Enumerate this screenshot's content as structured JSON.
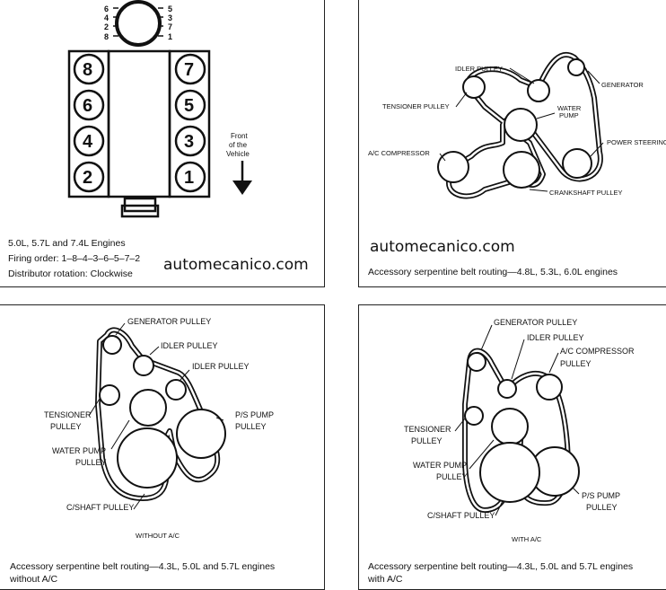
{
  "panel1": {
    "distributor_left": [
      "6",
      "4",
      "2",
      "8"
    ],
    "distributor_right": [
      "5",
      "3",
      "7",
      "1"
    ],
    "left_bank": [
      "8",
      "6",
      "4",
      "2"
    ],
    "right_bank": [
      "7",
      "5",
      "3",
      "1"
    ],
    "front_label": [
      "Front",
      "of the",
      "Vehicle"
    ],
    "caption_lines": [
      "5.0L, 5.7L and 7.4L Engines",
      "Firing order: 1–8–4–3–6–5–7–2",
      "Distributor rotation: Clockwise"
    ],
    "watermark": "automecanico.com"
  },
  "panel2": {
    "labels": {
      "idler": "IDLER PULLEY",
      "generator": "GENERATOR",
      "tensioner": "TENSIONER PULLEY",
      "water_pump_1": "WATER",
      "water_pump_2": "PUMP",
      "power_steering": "POWER STEERING",
      "ac": "A/C COMPRESSOR",
      "crankshaft": "CRANKSHAFT PULLEY"
    },
    "watermark": "automecanico.com",
    "caption": "Accessory serpentine belt routing—4.8L, 5.3L, 6.0L engines"
  },
  "panel3": {
    "labels": {
      "generator": "GENERATOR PULLEY",
      "idler1": "IDLER PULLEY",
      "idler2": "IDLER PULLEY",
      "tensioner_1": "TENSIONER",
      "tensioner_2": "PULLEY",
      "ps_1": "P/S PUMP",
      "ps_2": "PULLEY",
      "water_1": "WATER PUMP",
      "water_2": "PULLEY",
      "cshaft": "C/SHAFT PULLEY",
      "note": "WITHOUT A/C"
    },
    "caption_lines": [
      "Accessory serpentine belt routing—4.3L, 5.0L and 5.7L engines",
      "without A/C"
    ]
  },
  "panel4": {
    "labels": {
      "generator": "GENERATOR PULLEY",
      "idler": "IDLER PULLEY",
      "ac_1": "A/C COMPRESSOR",
      "ac_2": "PULLEY",
      "tensioner_1": "TENSIONER",
      "tensioner_2": "PULLEY",
      "water_1": "WATER PUMP",
      "water_2": "PULLEY",
      "ps_1": "P/S PUMP",
      "ps_2": "PULLEY",
      "cshaft": "C/SHAFT PULLEY",
      "note": "WITH A/C"
    },
    "caption_lines": [
      "Accessory serpentine belt routing—4.3L, 5.0L and 5.7L engines",
      "with A/C"
    ]
  }
}
